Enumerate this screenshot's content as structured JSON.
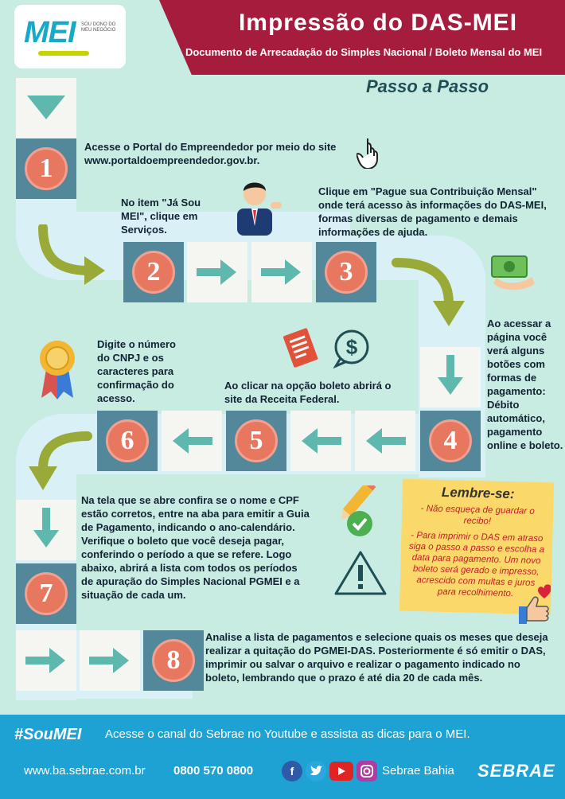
{
  "header": {
    "logo_text": "MEI",
    "logo_tagline": "SOU DONO DO MEU NEGÓCIO",
    "title": "Impressão do DAS-MEI",
    "subtitle": "Documento de Arrecadação do Simples Nacional / Boleto Mensal do MEI",
    "section": "Passo a Passo"
  },
  "steps": [
    {
      "number": "1",
      "text": "Acesse o  Portal do Empreendedor por meio do site www.portaldoempreendedor.gov.br."
    },
    {
      "number": "2",
      "text": "No item \"Já Sou MEI\", clique em Serviços."
    },
    {
      "number": "3",
      "text": "Clique em \"Pague sua Contribuição Mensal\" onde terá acesso às informações do DAS-MEI, formas diversas de pagamento e demais informações de ajuda."
    },
    {
      "number": "4",
      "text": "Ao acessar a página você verá alguns botões com formas de pagamento: Débito automático, pagamento online e boleto."
    },
    {
      "number": "5",
      "text": "Ao clicar na opção boleto abrirá o site da Receita Federal."
    },
    {
      "number": "6",
      "text": "Digite o número do CNPJ e os caracteres para confirmação do acesso."
    },
    {
      "number": "7",
      "text": "Na tela que se abre confira se o nome e CPF estão corretos, entre na aba para emitir a Guia de Pagamento, indicando o ano-calendário. Verifique o boleto que você deseja pagar, conferindo o período a que se refere. Logo abaixo, abrirá a lista com todos os períodos de apuração do Simples Nacional PGMEI e a situação de cada um."
    },
    {
      "number": "8",
      "text": "Analise a lista de pagamentos e selecione quais os meses que deseja realizar a quitação do PGMEI-DAS. Posteriormente é só emitir o DAS, imprimir ou salvar o arquivo e realizar o pagamento indicado no boleto, lembrando que o prazo é até dia 20 de cada mês."
    }
  ],
  "reminder": {
    "title": "Lembre-se:",
    "items": [
      "- Não esqueça de guardar o recibo!",
      "- Para imprimir o DAS em atraso siga o passo a passo e escolha a data para pagamento. Um novo boleto será gerado e impresso, acrescido com multas e juros para recolhimento."
    ]
  },
  "footer": {
    "hashtag": "#SouMEI",
    "message": "Acesse o canal do Sebrae no Youtube e assista as dicas para o MEI.",
    "website": "www.ba.sebrae.com.br",
    "phone": "0800 570 0800",
    "brand_label": "Sebrae Bahia",
    "logo_text": "SEBRAE"
  },
  "icons": [
    "pointer-hand-icon",
    "businessman-icon",
    "money-hand-icon",
    "document-icon",
    "dollar-bubble-icon",
    "award-ribbon-icon",
    "pencil-check-icon",
    "warning-icon",
    "thumbs-up-heart-icon",
    "facebook-icon",
    "twitter-icon",
    "youtube-icon",
    "instagram-icon"
  ],
  "colors": {
    "header_band": "#a61c3d",
    "number_circle": "#e7775e",
    "number_tile": "#53879a",
    "arrow": "#5fb8ad",
    "curve_arrow": "#9aaa38",
    "footer": "#1ea2d4",
    "note": "#fbd86a",
    "note_text": "#c4202a"
  }
}
